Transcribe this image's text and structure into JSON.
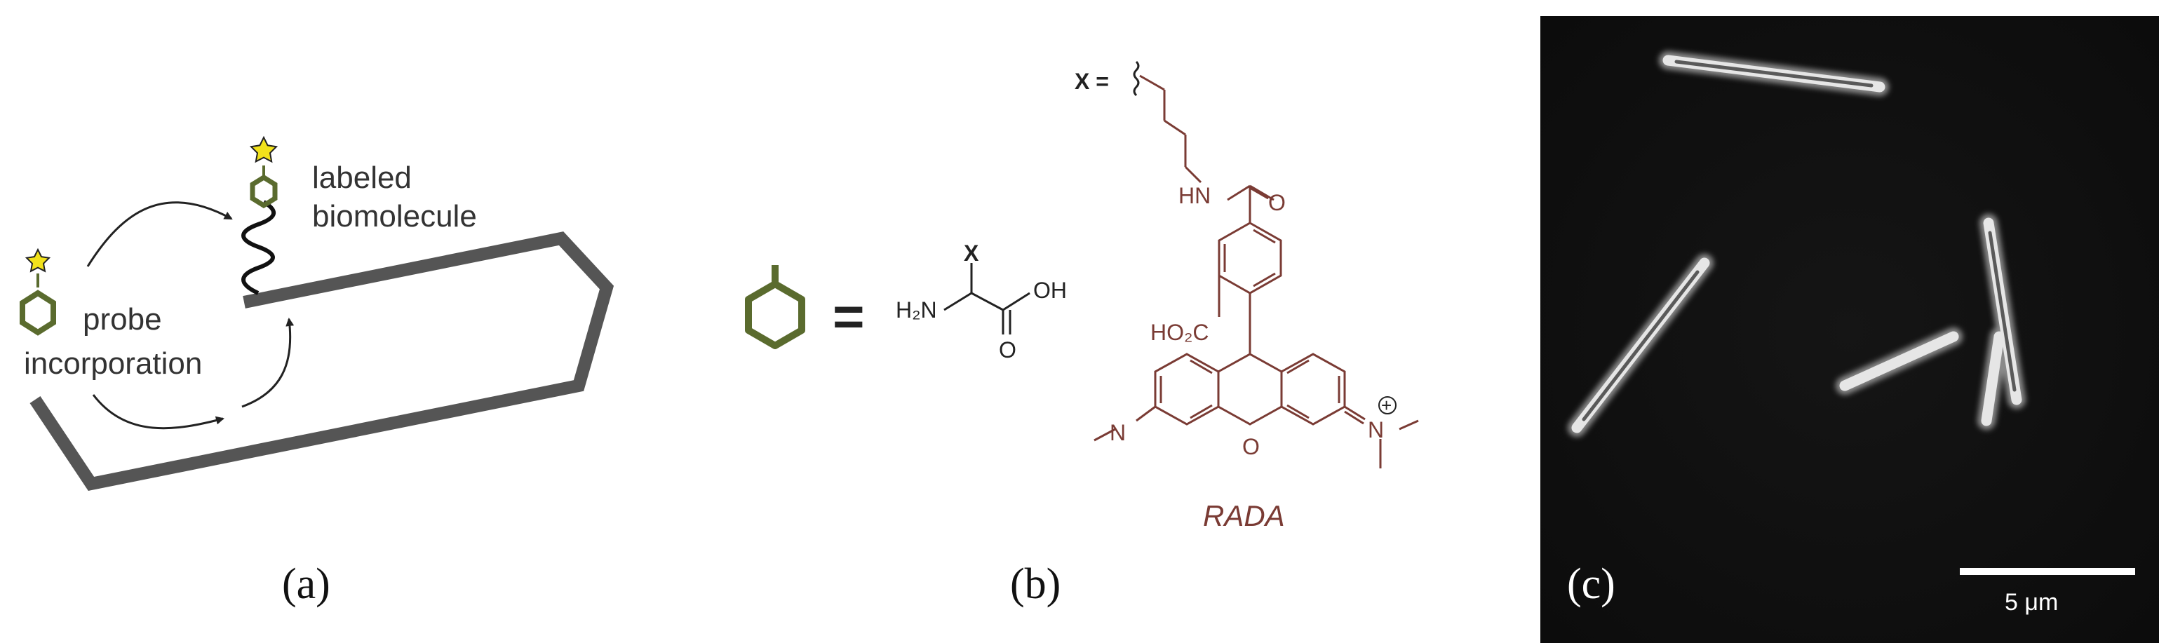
{
  "panel_a": {
    "letter": "(a)",
    "label_labeled_line1": "labeled",
    "label_labeled_line2": "biomolecule",
    "label_probe_line1": "probe",
    "label_probe_line2": "incorporation"
  },
  "panel_b": {
    "letter": "(b)",
    "equals": "=",
    "x_label": "X",
    "h2n": "H₂N",
    "oh": "OH",
    "o": "O",
    "x_eq": "X =",
    "hn": "HN",
    "o_amide": "O",
    "ho2c": "HO₂C",
    "n_left": "N",
    "o_ring": "O",
    "n_right": "N",
    "plus": "+",
    "name": "RADA"
  },
  "panel_c": {
    "letter": "(c)",
    "scale_label": "5 μm"
  },
  "colors": {
    "probe_green": "#5a6b2e",
    "star_yellow": "#f2e21b",
    "cell_wall_gray": "#555555",
    "dye_brown": "#7a3b34"
  }
}
